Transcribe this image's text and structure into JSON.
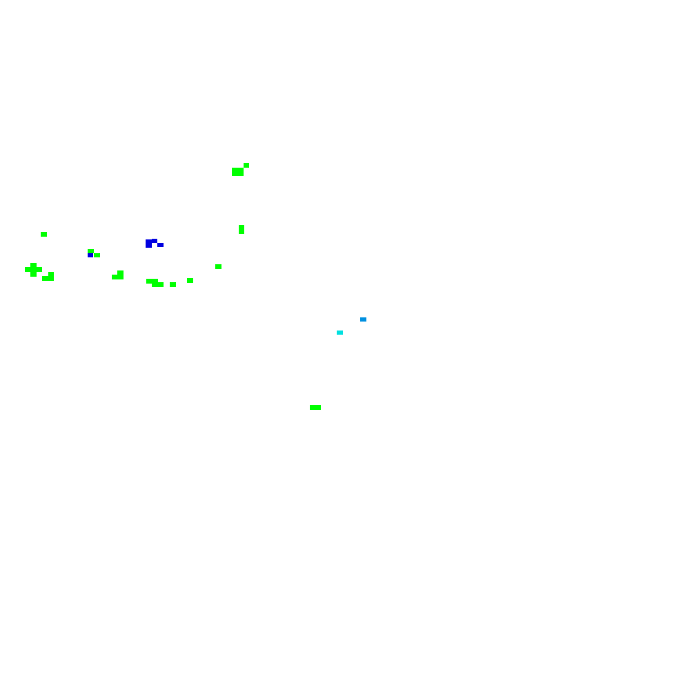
{
  "palette": {
    "background": "#ffffff",
    "green": "#00ff00",
    "blue": "#0000e0",
    "sky": "#0090e0",
    "cyan": "#00e0e0"
  },
  "markers": [
    {
      "color": "green"
    },
    {
      "color": "green"
    },
    {
      "color": "green"
    },
    {
      "color": "green"
    },
    {
      "color": "green"
    },
    {
      "color": "blue"
    },
    {
      "color": "blue"
    },
    {
      "color": "blue"
    },
    {
      "color": "green"
    },
    {
      "color": "blue"
    },
    {
      "color": "green"
    },
    {
      "color": "green"
    },
    {
      "color": "green"
    },
    {
      "color": "green"
    },
    {
      "color": "green"
    },
    {
      "color": "green"
    },
    {
      "color": "green"
    },
    {
      "color": "green"
    },
    {
      "color": "green"
    },
    {
      "color": "green"
    },
    {
      "color": "green"
    },
    {
      "color": "green"
    },
    {
      "color": "green"
    },
    {
      "color": "green"
    },
    {
      "color": "green"
    },
    {
      "color": "sky"
    },
    {
      "color": "cyan"
    },
    {
      "color": "green"
    }
  ]
}
